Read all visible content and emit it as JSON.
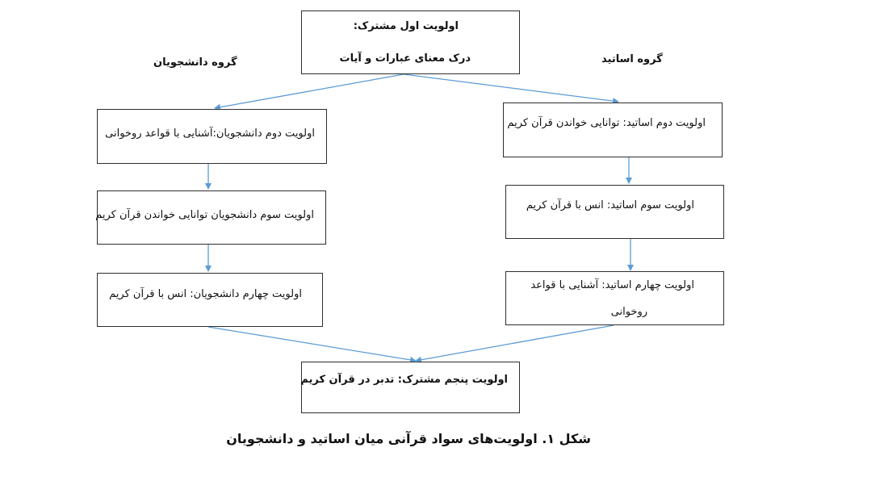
{
  "top_box": {
    "line1": "اولویت اول مشترک:",
    "line2": "درک معنای عبارات و آیات"
  },
  "groups": {
    "students": "گروه دانشجویان",
    "teachers": "گروه اساتید"
  },
  "students": {
    "second": "اولویت دوم دانشجویان:آشنایی با قواعد روخوانی",
    "third": "اولویت سوم دانشجویان توانایی خواندن قرآن کریم",
    "fourth": "اولویت چهارم دانشجویان: انس با قرآن کریم"
  },
  "teachers": {
    "second": "اولویت دوم اساتید: توانایی خواندن قرآن کریم",
    "third": "اولویت سوم اساتید: انس با قرآن کریم",
    "fourth_line1": "اولویت چهارم اساتید: آشنایی با قواعد",
    "fourth_line2": "روخوانی"
  },
  "bottom_box": "اولویت پنجم مشترک: تدبر در قرآن کریم",
  "caption": "شکل ۱. اولویت‌های سواد قرآنی میان اساتید و دانشجویان",
  "colors": {
    "arrow": "#5b9bd5",
    "border": "#2e2e2e"
  }
}
